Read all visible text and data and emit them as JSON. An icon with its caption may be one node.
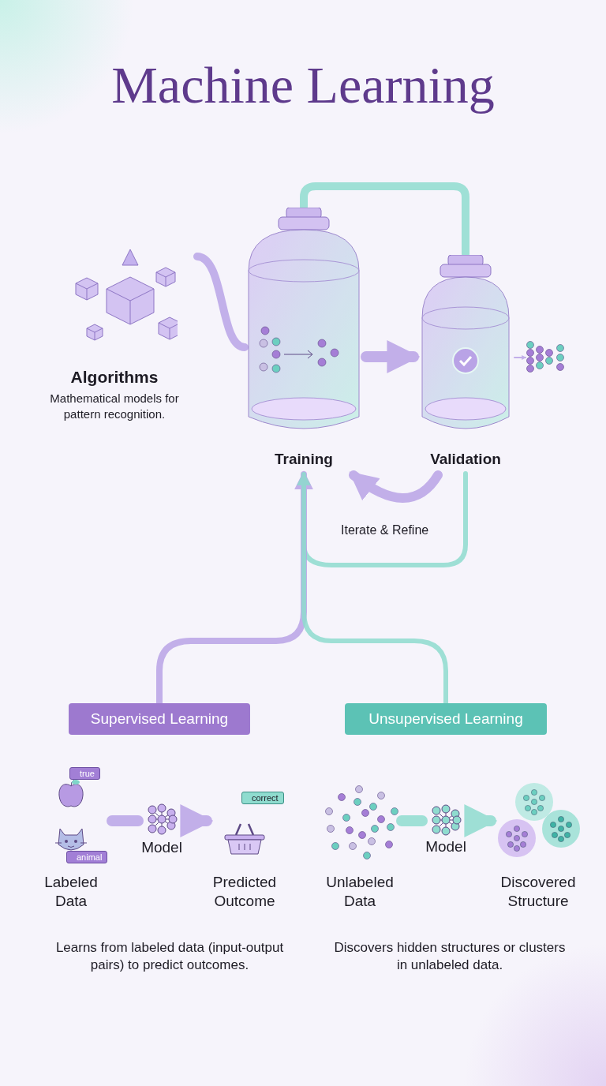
{
  "diagram": {
    "title": "Machine Learning",
    "nodes": [
      {
        "text": [
          "Algorithms",
          "Mathematical models for pattern recognition."
        ]
      },
      {
        "text": [
          "Training"
        ]
      },
      {
        "text": [
          "Validation"
        ]
      },
      {
        "text": [
          "Supervised Learning"
        ]
      },
      {
        "text": [
          "Unsupervised Learning"
        ]
      },
      {
        "text": [
          "true",
          "animal",
          "Labeled Data"
        ]
      },
      {
        "text": [
          "Model"
        ]
      },
      {
        "text": [
          "correct",
          "Predicted Outcome"
        ]
      },
      {
        "text": [
          "Unlabeled Data"
        ]
      },
      {
        "text": [
          "Model"
        ]
      },
      {
        "text": [
          "Discovered Structure"
        ]
      },
      {
        "text": [],
        "shape": "picture"
      }
    ],
    "edges": [
      {
        "from": 0,
        "to": 1,
        "arrow": "none"
      },
      {
        "from": 1,
        "to": 2,
        "arrow": "none",
        "color": "#8fdccf"
      },
      {
        "from": 1,
        "to": 2,
        "arrow": "to"
      },
      {
        "from": 2,
        "to": 1,
        "arrow": "to",
        "label": "Iterate & Refine"
      },
      {
        "from": 2,
        "to": 1,
        "arrow": "to",
        "color": "#8fdccf"
      },
      {
        "from": 3,
        "to": 1,
        "arrow": "to"
      },
      {
        "from": 4,
        "to": 1,
        "arrow": "to",
        "color": "#8fdccf"
      },
      {
        "from": 2,
        "to": 11,
        "arrow": "to"
      },
      {
        "from": 5,
        "to": 6,
        "arrow": "none"
      },
      {
        "from": 6,
        "to": 7,
        "arrow": "to"
      },
      {
        "from": 8,
        "to": 9,
        "arrow": "none",
        "color": "#8fdccf"
      },
      {
        "from": 9,
        "to": 10,
        "arrow": "to",
        "color": "#8fdccf"
      }
    ],
    "labels": [
      "Learns from labeled data (input-output pairs) to predict outcomes.",
      "Discovers hidden structures or clusters in unlabeled data."
    ]
  }
}
